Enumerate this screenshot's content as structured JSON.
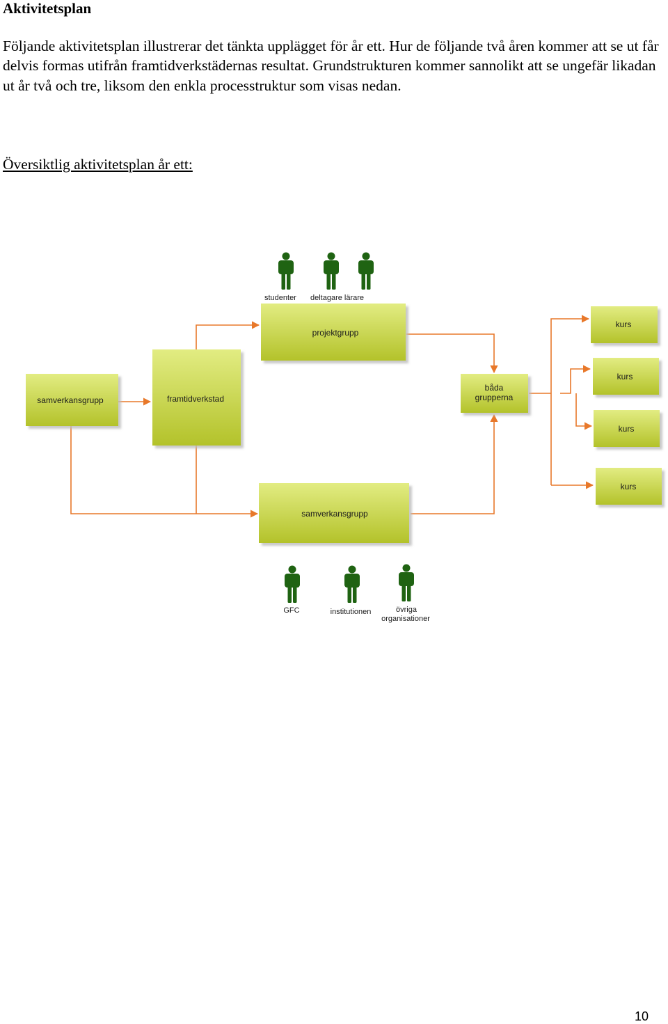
{
  "document": {
    "title": "Aktivitetsplan",
    "intro": "Följande aktivitetsplan illustrerar det tänkta upplägget för år ett. Hur de följande två åren kommer att se ut får delvis formas utifrån framtidverkstädernas resultat. Grundstrukturen kommer sannolikt att se ungefär likadan ut år två och tre, liksom den enkla processtruktur som visas nedan.",
    "subheading": "Översiktlig aktivitetsplan år ett:",
    "page_number": "10"
  },
  "diagram": {
    "colors": {
      "box_top": "#dfe97a",
      "box_bottom": "#b6c62c",
      "arrow": "#e8782a",
      "person": "#1f6312"
    },
    "top_people_labels": {
      "left": "studenter",
      "right": "deltagare lärare"
    },
    "boxes": {
      "projektgrupp": "projektgrupp",
      "samverkansgrupp_left": "samverkansgrupp",
      "framtidverkstad": "framtidverkstad",
      "bada_grupperna_line1": "båda",
      "bada_grupperna_line2": "grupperna",
      "samverkansgrupp_bottom": "samverkansgrupp",
      "kurs": [
        "kurs",
        "kurs",
        "kurs",
        "kurs"
      ]
    },
    "bottom_people_labels": {
      "gfc": "GFC",
      "institutionen": "institutionen",
      "ovriga_line1": "övriga",
      "ovriga_line2": "organisationer"
    }
  }
}
